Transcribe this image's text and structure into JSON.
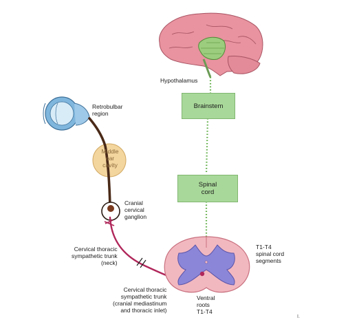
{
  "labels": {
    "hypothalamus": "Hypothalamus",
    "brainstem": "Brainstem",
    "spinal_cord": "Spinal\ncord",
    "retrobulbar": "Retrobulbar\nregion",
    "middle_ear": "Middle\near\ncavity",
    "cranial_ganglion": "Cranial\ncervical\nganglion",
    "trunk_neck": "Cervical thoracic\nsympathetic trunk\n(neck)",
    "trunk_inlet": "Cervical thoracic\nsympathetic trunk\n(cranial mediastinum\nand thoracic inlet)",
    "spinal_segments": "T1-T4\nspinal cord\nsegments",
    "ventral_roots": "Ventral\nroots\nT1-T4",
    "corner_mark": "I."
  },
  "colors": {
    "brain": "#e8939f",
    "hypothalamus": "#9ccc7d",
    "box_fill": "#a9d99a",
    "pathway_green": "#55a83a",
    "postganglionic": "#4a2a18",
    "preganglionic": "#b0275a",
    "eye": "#7fb6dd",
    "middle_ear": "#f3d59e",
    "spinal_section": "#f2b8c0",
    "gray_matter": "#8c86d8"
  }
}
